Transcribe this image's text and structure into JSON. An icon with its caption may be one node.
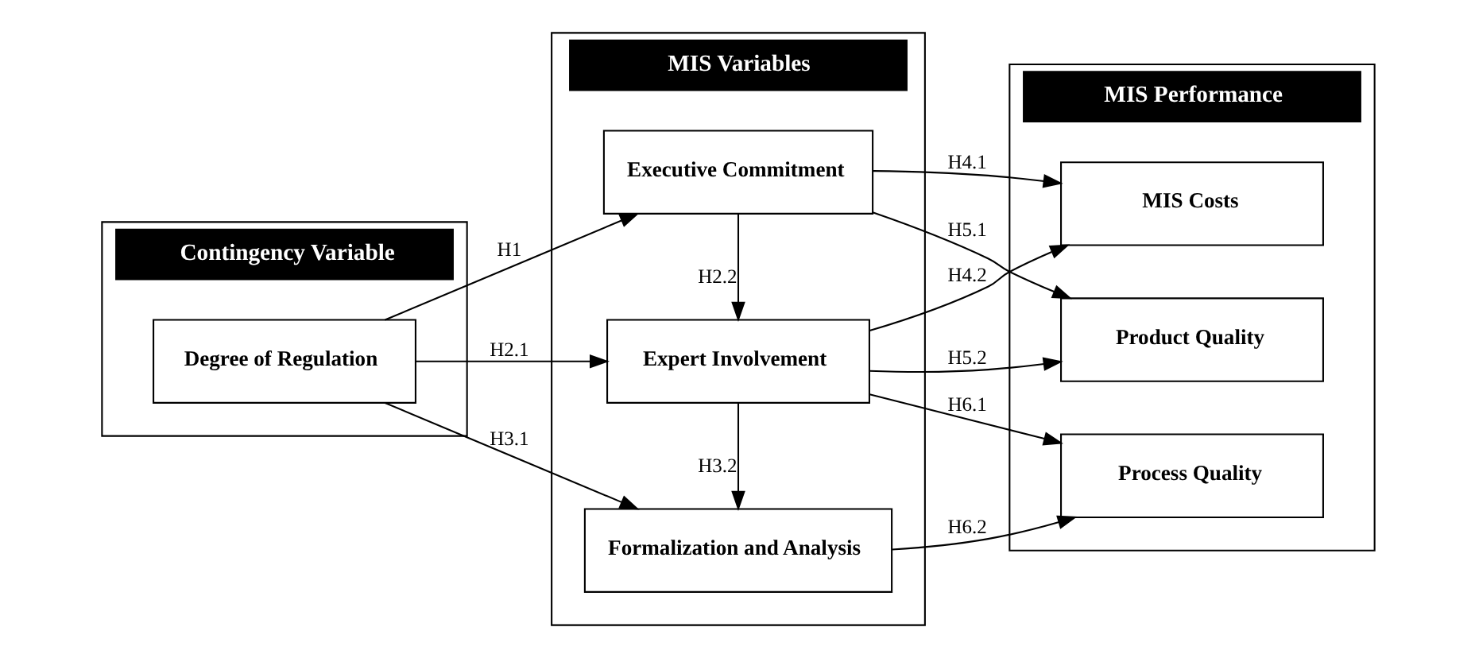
{
  "diagram": {
    "nodes": [
      {
        "text": [
          "Contingency Variable"
        ]
      },
      {
        "text": [
          "MIS Variables"
        ]
      },
      {
        "text": [
          "MIS Performance"
        ]
      },
      {
        "text": [
          "Degree of Regulation"
        ],
        "in": 0
      },
      {
        "text": [
          "Executive Commitment"
        ],
        "in": 1
      },
      {
        "text": [
          "Expert Involvement"
        ],
        "in": 1
      },
      {
        "text": [
          "Formalization and Analysis"
        ],
        "in": 1
      },
      {
        "text": [
          "MIS Costs"
        ],
        "in": 2
      },
      {
        "text": [
          "Product Quality"
        ],
        "in": 2
      },
      {
        "text": [
          "Process Quality"
        ],
        "in": 2
      }
    ],
    "edges": [
      {
        "from": 3,
        "to": 4,
        "arrow": "to",
        "label": "H1"
      },
      {
        "from": 3,
        "to": 5,
        "arrow": "to",
        "label": "H2.1"
      },
      {
        "from": 3,
        "to": 6,
        "arrow": "to",
        "label": "H3.1"
      },
      {
        "from": 4,
        "to": 5,
        "arrow": "to",
        "label": "H2.2"
      },
      {
        "from": 5,
        "to": 6,
        "arrow": "to",
        "label": "H3.2"
      },
      {
        "from": 4,
        "to": 7,
        "arrow": "to",
        "label": "H4.1"
      },
      {
        "from": 4,
        "to": 8,
        "arrow": "to",
        "label": "H5.1"
      },
      {
        "from": 5,
        "to": 7,
        "arrow": "to",
        "label": "H4.2"
      },
      {
        "from": 5,
        "to": 8,
        "arrow": "to",
        "label": "H5.2"
      },
      {
        "from": 5,
        "to": 9,
        "arrow": "to",
        "label": "H6.1"
      },
      {
        "from": 6,
        "to": 9,
        "arrow": "to",
        "label": "H6.2"
      }
    ]
  }
}
